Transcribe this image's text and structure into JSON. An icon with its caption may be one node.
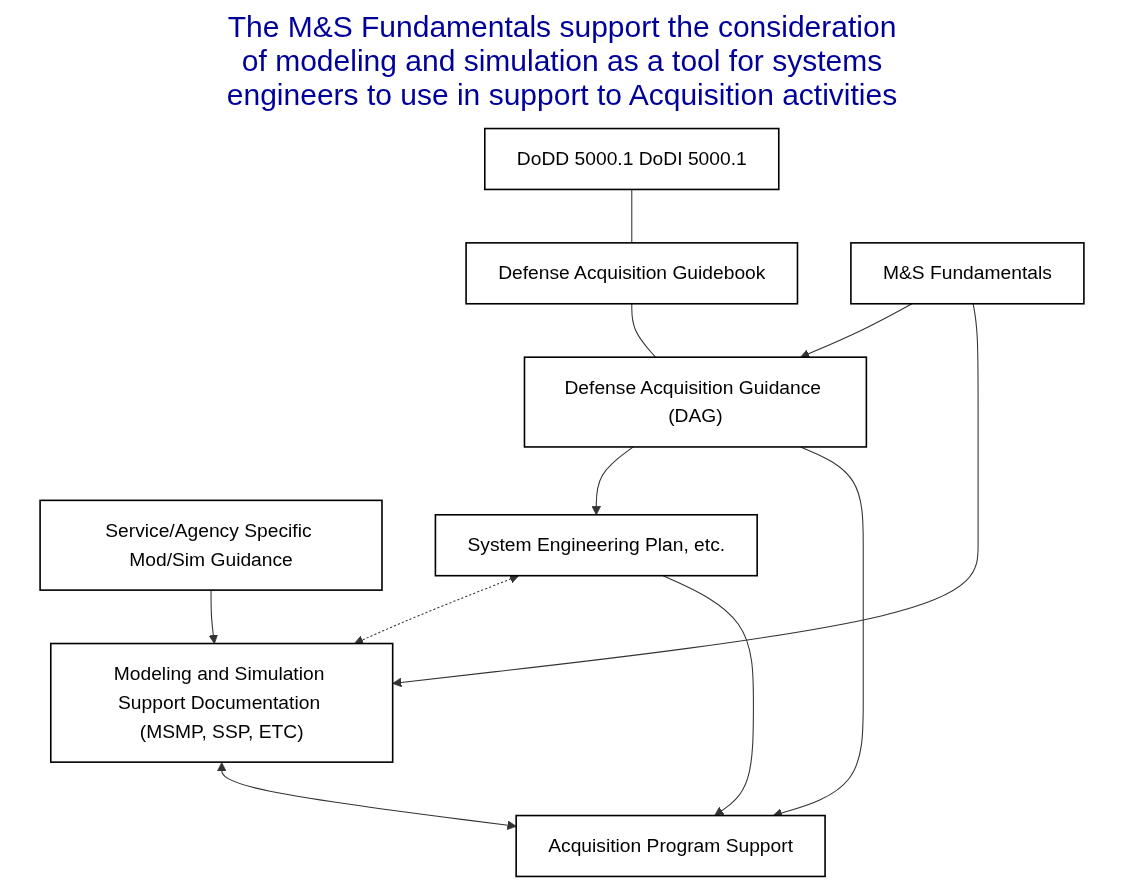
{
  "diagram": {
    "title": "The M&S Fundamentals support the consideration of modeling and simulation as a tool for systems engineers to use in support to Acquisition activities",
    "nodes": [
      {
        "text": [
          "DoDD 5000.1 DoDI 5000.1"
        ]
      },
      {
        "text": [
          "Defense Acquisition Guidebook"
        ]
      },
      {
        "text": [
          "Defense Acquisition Guidance (DAG)"
        ]
      },
      {
        "text": [
          "M&S Fundamentals"
        ]
      },
      {
        "text": [
          "Service/Agency Specific Mod/Sim Guidance"
        ]
      },
      {
        "text": [
          "System Engineering Plan, etc."
        ]
      },
      {
        "text": [
          "Modeling and Simulation Support Documentation (MSMP, SSP, ETC)"
        ]
      },
      {
        "text": [
          "Acquisition Program Support"
        ]
      }
    ],
    "edges": [
      {
        "from": 0,
        "to": 1,
        "arrow": "none"
      },
      {
        "from": 1,
        "to": 2,
        "arrow": "none"
      },
      {
        "from": 3,
        "to": 2,
        "arrow": "to"
      },
      {
        "from": 2,
        "to": 5,
        "arrow": "to"
      },
      {
        "from": 3,
        "to": 6,
        "arrow": "to"
      },
      {
        "from": 4,
        "to": 6,
        "arrow": "to"
      },
      {
        "from": 5,
        "to": 6,
        "arrow": "both",
        "style": "dashed"
      },
      {
        "from": 5,
        "to": 7,
        "arrow": "to"
      },
      {
        "from": 6,
        "to": 7,
        "arrow": "both"
      },
      {
        "from": 2,
        "to": 7,
        "arrow": "to"
      }
    ]
  }
}
